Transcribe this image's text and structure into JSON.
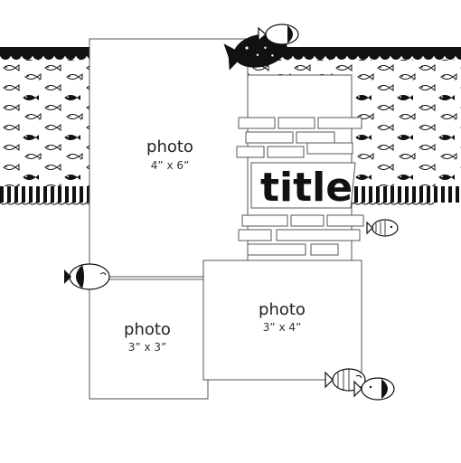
{
  "layout_name": "",
  "colors": {
    "background": "#ffffff",
    "ink": "#111111",
    "outline": "#555555",
    "fish_fill": "#ffffff"
  },
  "icons": [
    "fish-icon",
    "scalloped-border",
    "fish-pattern-paper",
    "brick-stack"
  ],
  "photos": [
    {
      "label": "photo",
      "size": "4” x 6”"
    },
    {
      "label": "photo",
      "size": "3” x 3”"
    },
    {
      "label": "photo",
      "size": "3” x 4”"
    }
  ],
  "title": {
    "text": "title"
  }
}
